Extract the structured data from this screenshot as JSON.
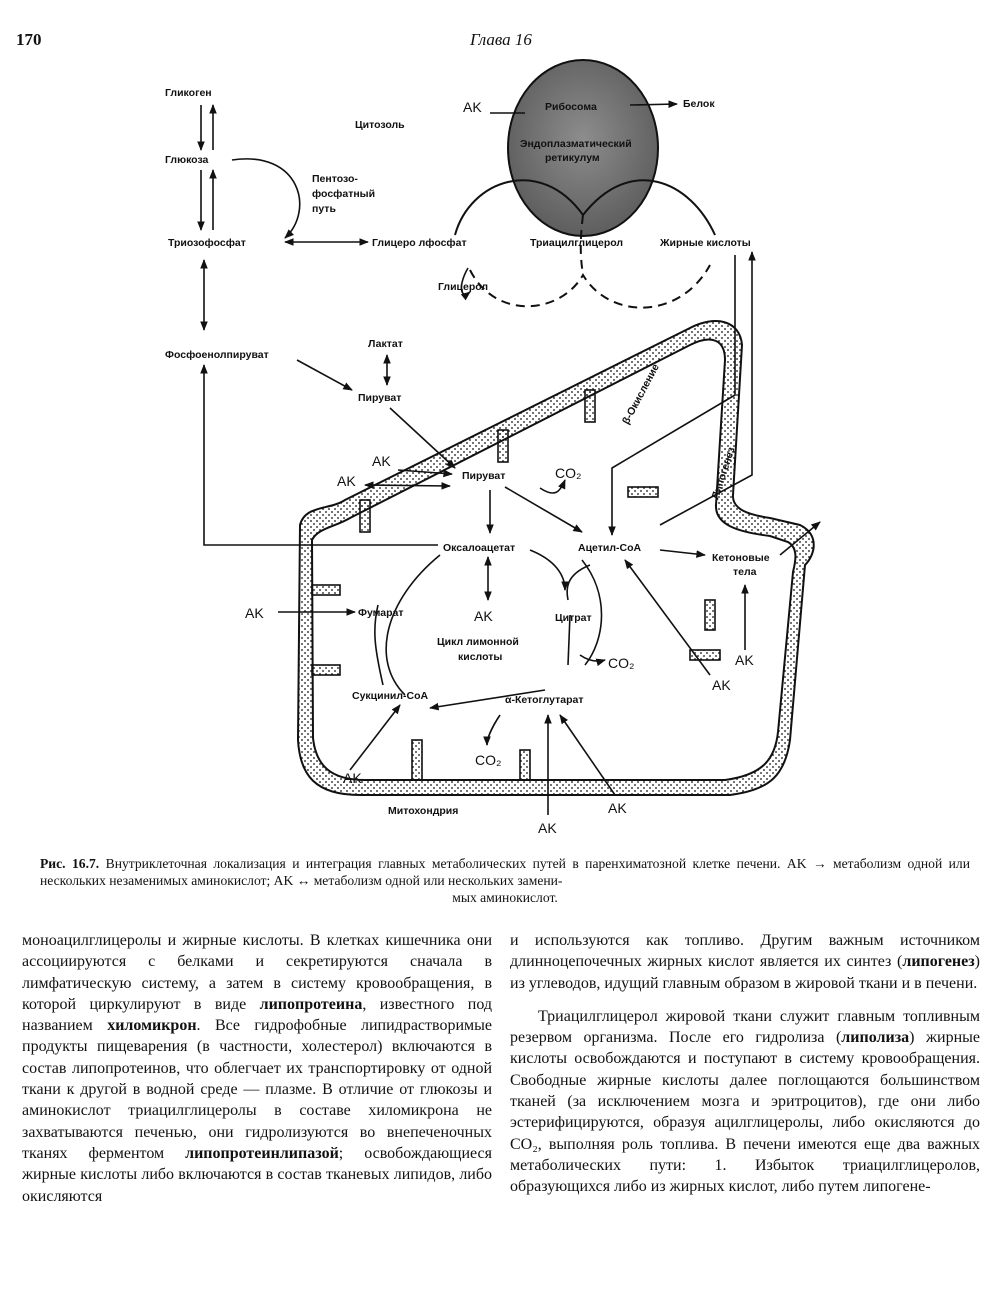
{
  "header": {
    "page_number": "170",
    "chapter": "Глава 16"
  },
  "figure": {
    "labels": {
      "glycogen": "Гликоген",
      "glucose": "Глюкоза",
      "cytosol": "Цитозоль",
      "pentose1": "Пентозо-",
      "pentose2": "фосфатный",
      "pentose3": "путь",
      "triosephosphate": "Триозофосфат",
      "glycerophosphate": "Глицеро лфосфат",
      "glycerol": "Глицерол",
      "triacylglycerol": "Триацилглицерол",
      "fatty_acids": "Жирные кислоты",
      "ribosome": "Рибосома",
      "er1": "Эндоплазматический",
      "er2": "ретикулум",
      "protein": "Белок",
      "pep": "Фосфоенолпируват",
      "lactate": "Лактат",
      "pyruvate_cyt": "Пируват",
      "pyruvate_mito": "Пируват",
      "co2": "CO₂",
      "beta_ox": "β-Окисление",
      "lipogenesis": "Липогенез",
      "oxaloacetate": "Оксалоацетат",
      "acetyl_coa": "Ацетил-CoA",
      "ketone1": "Кетоновые",
      "ketone2": "тела",
      "fumarate": "Фумарат",
      "citrate": "Цитрат",
      "tca1": "Цикл лимонной",
      "tca2": "кислоты",
      "succinyl": "Сукцинил-CoA",
      "akg": "α-Кетоглутарат",
      "mito": "Митохондрия",
      "ak": "AK"
    }
  },
  "caption": {
    "label": "Рис. 16.7.",
    "line1": "Внутриклеточная локализация и интеграция главных метаболических путей в паренхиматозной клетке печени.",
    "line2": "AK → метаболизм одной или нескольких незаменимых аминокислот; AK ↔ метаболизм одной или нескольких замени-",
    "line3": "мых аминокислот."
  },
  "left_column": {
    "p1a": "моноацилглицеролы и жирные кислоты. В клетках кишечника они ассоциируются с белками и секретируются сначала в лимфатическую систему, а затем в систему кровообращения, в которой циркулируют в виде ",
    "t1": "липопротеина",
    "p1b": ", известного под названием ",
    "t2": "хиломикрон",
    "p1c": ". Все гидрофобные липидрастворимые продукты пищеварения (в частности, холестерол) включаются в состав липопротеинов, что облегчает их транспортировку от одной ткани к другой в водной среде — плазме. В отличие от глюкозы и аминокислот триацилглицеролы в составе хиломикрона не захватываются печенью, они гидролизуются во внепеченочных тканях ферментом ",
    "t3": "липопротеинлипазой",
    "p1d": "; освобождающиеся жирные кислоты либо включаются в состав тканевых липидов, либо окисляются"
  },
  "right_column": {
    "p1a": "и используются как топливо. Другим важным источником длинноцепочечных жирных кислот является их синтез (",
    "t1": "липогенез",
    "p1b": ") из углеводов, идущий главным образом в жировой ткани и в печени.",
    "p2a": "Триацилглицерол жировой ткани служит главным топливным резервом организма. После его гидролиза (",
    "t2": "липолиза",
    "p2b": ") жирные кислоты освобождаются и поступают в систему кровообращения. Свободные жирные кислоты далее поглощаются большинством тканей (за исключением мозга и эритроцитов), где они либо эстерифицируются, образуя ацилглицеролы, либо окисляются до CO₂, выполняя роль топлива. В печени имеются еще два важных метаболических пути: 1. Избыток триацилглицеролов, образующихся либо из жирных кислот, либо путем липогене-"
  }
}
